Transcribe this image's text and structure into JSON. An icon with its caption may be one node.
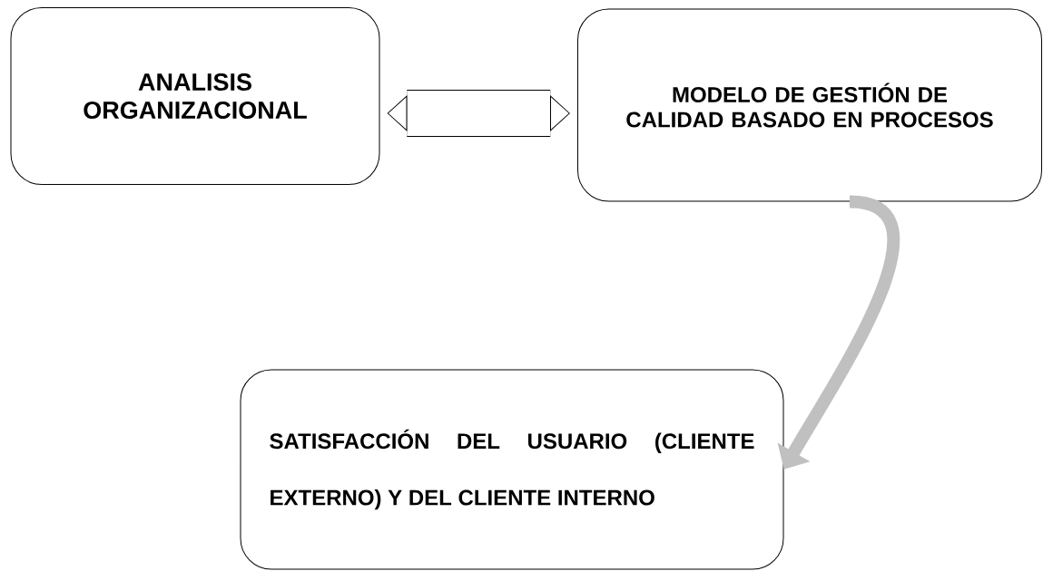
{
  "diagram": {
    "nodes": [
      {
        "text": [
          "ANALISIS ORGANIZACIONAL"
        ]
      },
      {
        "text": [
          "MODELO DE GESTIÓN DE CALIDAD BASADO EN PROCESOS"
        ]
      },
      {
        "text": [
          "SATISFACCIÓN DEL USUARIO (CLIENTE EXTERNO) Y DEL CLIENTE INTERNO"
        ]
      }
    ],
    "edges": [
      {
        "from": 0,
        "to": 1,
        "arrow": "both",
        "style": "thick"
      },
      {
        "from": 1,
        "to": 2,
        "arrow": "to",
        "color": "#c0c0c0"
      }
    ]
  }
}
